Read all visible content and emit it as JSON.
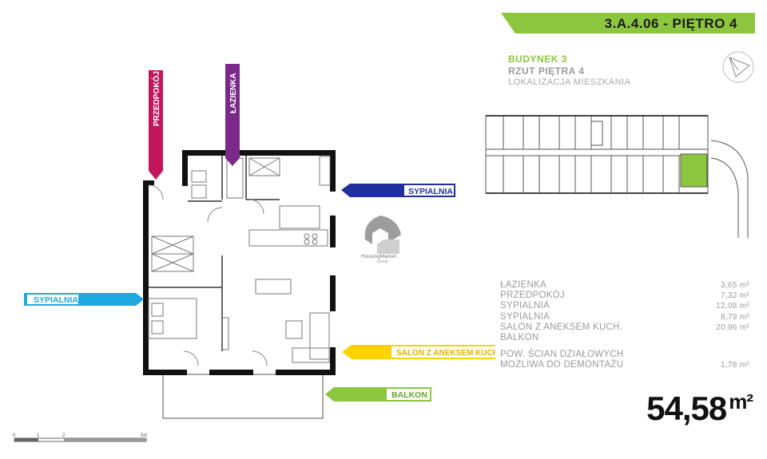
{
  "header": {
    "code": "3.A.4.06 - PIĘTRO 4"
  },
  "location": {
    "building": "BUDYNEK 3",
    "floor": "RZUT PIĘTRA 4",
    "label": "LOKALIZACJA MIESZKANIA"
  },
  "labels": {
    "predpokoj": "PRZEDPOKÓJ",
    "lazienka": "ŁAZIENKA",
    "sypialnia_top": "SYPIALNIA",
    "sypialnia_left": "SYPIALNIA",
    "salon": "SALON Z ANEKSEM KUCH.",
    "balkon": "BALKON"
  },
  "logo": {
    "name": "HousingMarket",
    "sub": "Group"
  },
  "rooms": [
    {
      "name": "ŁAZIENKA",
      "area": "3,65 m²"
    },
    {
      "name": "PRZEDPOKÓJ",
      "area": "7,32 m²"
    },
    {
      "name": "SYPIALNIA",
      "area": "12,08 m²"
    },
    {
      "name": "SYPIALNIA",
      "area": "8,79 m²"
    },
    {
      "name": "SALON Z ANEKSEM KUCH.",
      "area": "20,96 m²"
    },
    {
      "name": "BALKON",
      "area": ""
    }
  ],
  "partition_note": {
    "line1": "POW. ŚCIAN DZIAŁOWYCH",
    "line2": "MOŻLIWA DO DEMONTAŻU",
    "area": "1,78 m²"
  },
  "total": {
    "value": "54,58",
    "unit": "m²"
  },
  "scale": {
    "labels": [
      "0",
      "1",
      "2",
      "5m"
    ]
  },
  "colors": {
    "green": "#8cc63f",
    "magenta": "#c2185b",
    "purple": "#7b2a8a",
    "navy": "#1f2f9e",
    "cyan": "#1fa9e1",
    "yellow": "#ffd200"
  },
  "icons": {
    "compass": "north-arrow-icon",
    "logo": "housing-market-logo-icon"
  }
}
